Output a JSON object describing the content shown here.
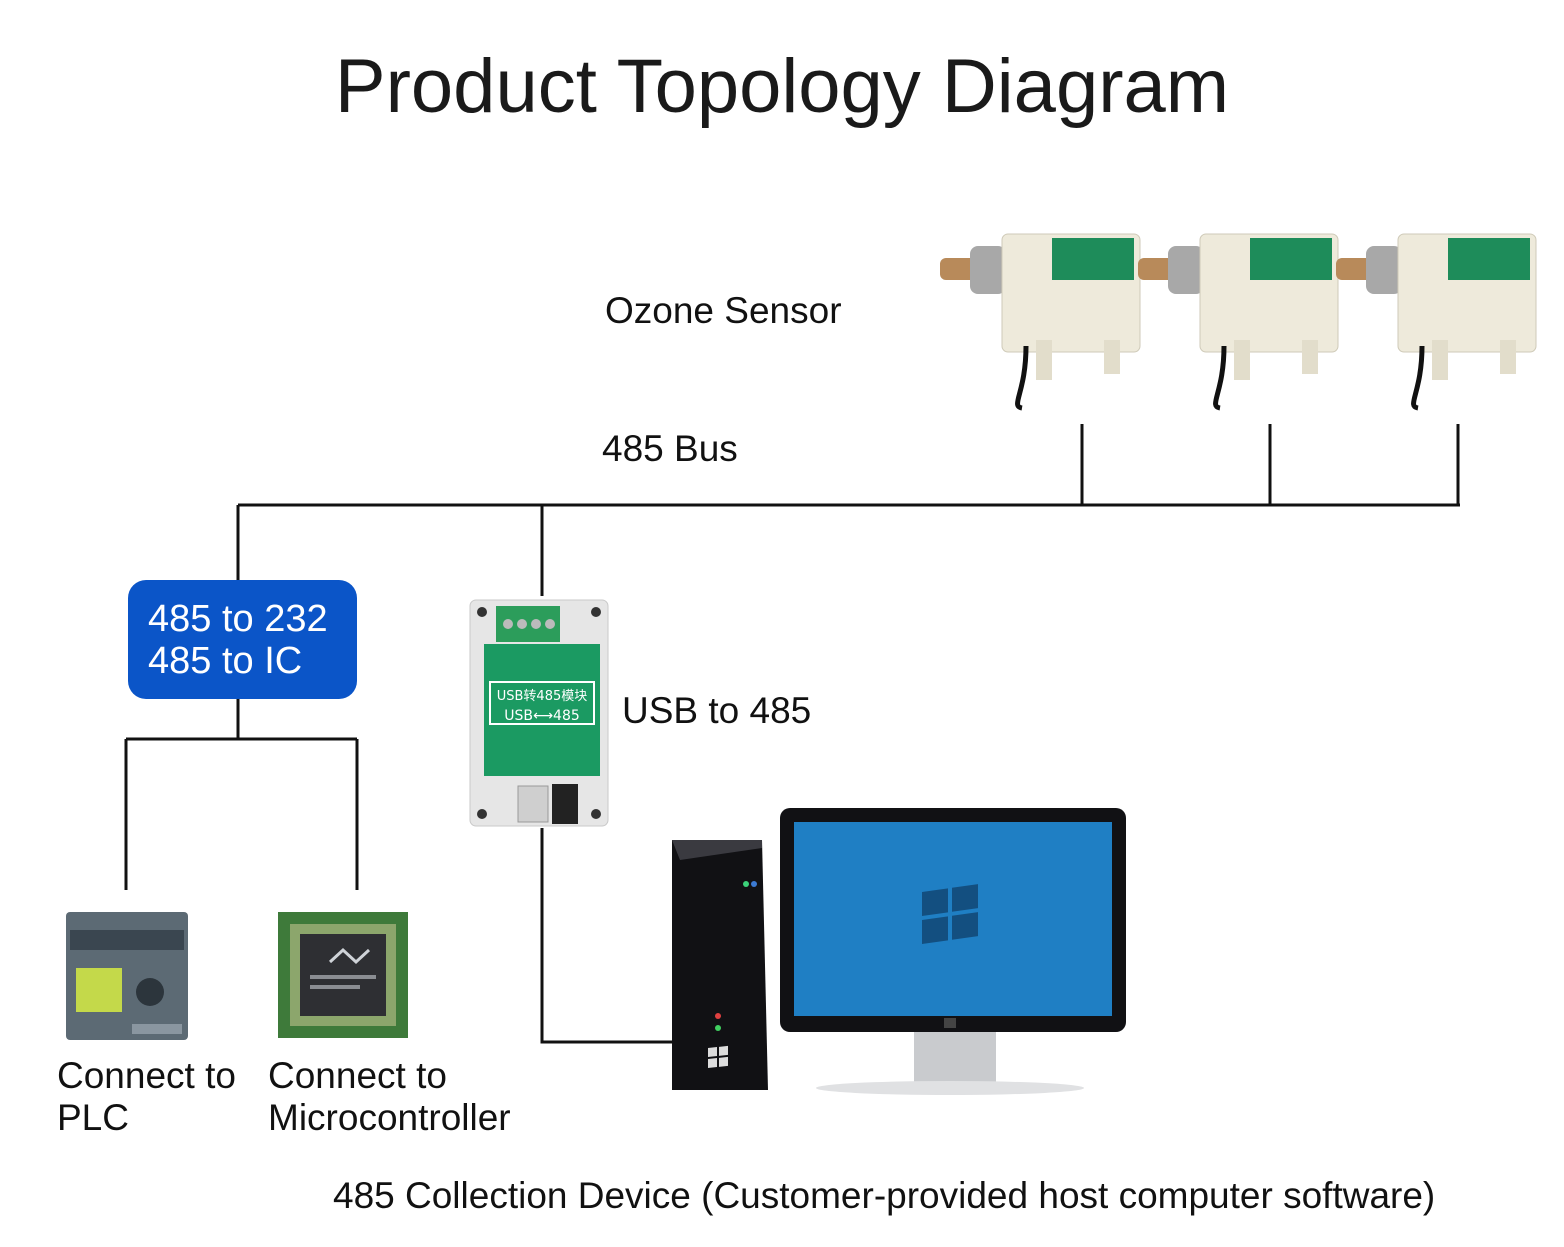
{
  "title": "Product Topology Diagram",
  "labels": {
    "sensor": "Ozone Sensor",
    "bus": "485 Bus",
    "usb": "USB to 485",
    "plc_line1": "Connect to",
    "plc_line2": "PLC",
    "mcu_line1": "Connect to",
    "mcu_line2": "Microcontroller",
    "collection": "485 Collection Device (Customer-provided host computer software)"
  },
  "converter": {
    "line1": "485 to 232",
    "line2": "485 to IC",
    "color": "#0b55c8"
  },
  "usb_module": {
    "label_cn": "USB转485模块",
    "label_en": "USB⟷485"
  },
  "sensor_count": 3,
  "colors": {
    "line": "#111111",
    "sensor_band": "#1e8c5a",
    "module_green": "#1b9a62",
    "screen_blue": "#1f7fc4"
  },
  "icons": [
    "ozone-sensor-icon",
    "usb-485-module-icon",
    "plc-icon",
    "microcontroller-icon",
    "pc-tower-icon",
    "monitor-icon",
    "windows-logo-icon"
  ]
}
